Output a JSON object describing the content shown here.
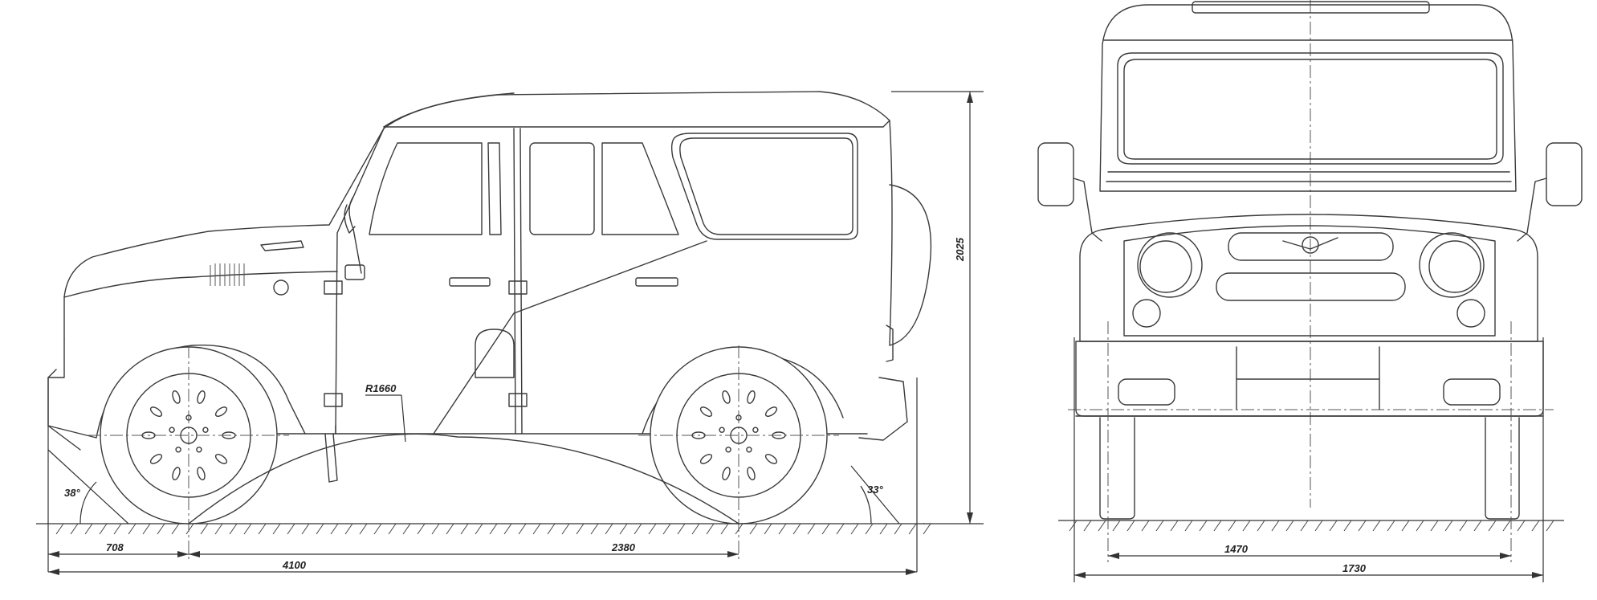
{
  "dimensions": {
    "front_overhang": "708",
    "wheelbase": "2380",
    "overall_length": "4100",
    "overall_height": "2025",
    "approach_angle": "38°",
    "departure_angle": "33°",
    "ramp_radius": "R1660",
    "track_width": "1470",
    "overall_width": "1730"
  },
  "colors": {
    "line": "#3a3a3a",
    "background": "#ffffff"
  }
}
